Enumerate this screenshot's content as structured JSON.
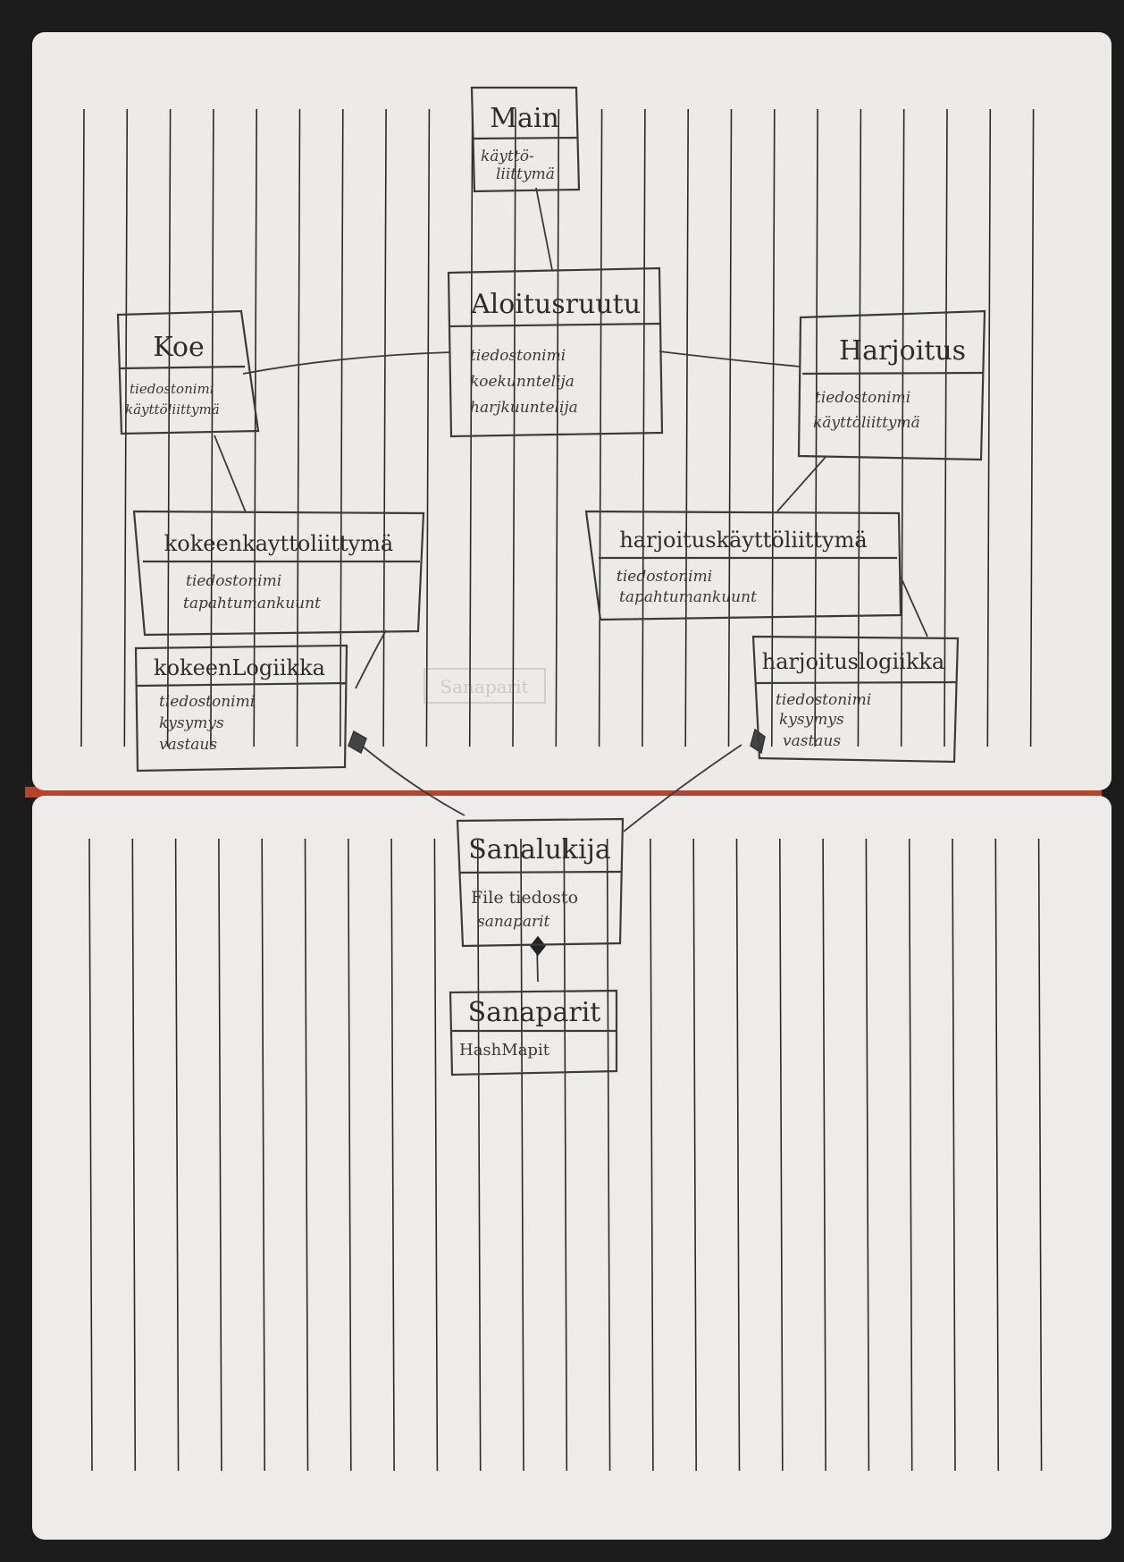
{
  "diagram": {
    "classes": [
      {
        "id": "main",
        "name": "Main",
        "attributes": [
          "käyttö-",
          "liittymä"
        ]
      },
      {
        "id": "aloitusruutu",
        "name": "Aloitusruutu",
        "attributes": [
          "tiedostonimi",
          "koekunntelija",
          "harjkuuntelija"
        ]
      },
      {
        "id": "koe",
        "name": "Koe",
        "attributes": [
          "tiedostonimi",
          "käyttöliittymä"
        ]
      },
      {
        "id": "harjoitus",
        "name": "Harjoitus",
        "attributes": [
          "tiedostonimi",
          "käyttöliittymä"
        ]
      },
      {
        "id": "kokeenkayttoliittyma",
        "name": "kokeenkayttoliittymä",
        "attributes": [
          "tiedostonimi",
          "tapahtumankuunt"
        ]
      },
      {
        "id": "harjoituskayttoliittyma",
        "name": "harjoituskäyttöliittymä",
        "attributes": [
          "tiedostonimi",
          "tapahtumankuunt"
        ]
      },
      {
        "id": "kokeenlogiikka",
        "name": "kokeenLogiikka",
        "attributes": [
          "tiedostonimi",
          "kysymys",
          "vastaus"
        ]
      },
      {
        "id": "harjoituslogiikka",
        "name": "harjoituslogiikka",
        "attributes": [
          "tiedostonimi",
          "kysymys",
          "vastaus"
        ]
      },
      {
        "id": "sanalukija",
        "name": "Sanalukija",
        "attributes": [
          "File tiedosto",
          "sanaparit"
        ]
      },
      {
        "id": "sanaparit",
        "name": "Sanaparit",
        "attributes": [
          "HashMapit"
        ]
      }
    ],
    "relations": [
      {
        "from": "main",
        "to": "aloitusruutu",
        "kind": "association"
      },
      {
        "from": "aloitusruutu",
        "to": "koe",
        "kind": "association"
      },
      {
        "from": "aloitusruutu",
        "to": "harjoitus",
        "kind": "association"
      },
      {
        "from": "koe",
        "to": "kokeenkayttoliittyma",
        "kind": "association"
      },
      {
        "from": "harjoitus",
        "to": "harjoituskayttoliittyma",
        "kind": "association"
      },
      {
        "from": "kokeenkayttoliittyma",
        "to": "kokeenlogiikka",
        "kind": "association"
      },
      {
        "from": "harjoituskayttoliittyma",
        "to": "harjoituslogiikka",
        "kind": "association"
      },
      {
        "from": "kokeenlogiikka",
        "to": "sanalukija",
        "kind": "aggregation"
      },
      {
        "from": "harjoituslogiikka",
        "to": "sanalukija",
        "kind": "aggregation"
      },
      {
        "from": "sanalukija",
        "to": "sanaparit",
        "kind": "composition"
      }
    ],
    "faint_ghost_label": "Sanaparit"
  },
  "colors": {
    "page": "#ecebe7",
    "ink": "#3b3b3b",
    "cover": "#1c1c1c",
    "spine": "#b8432c"
  }
}
